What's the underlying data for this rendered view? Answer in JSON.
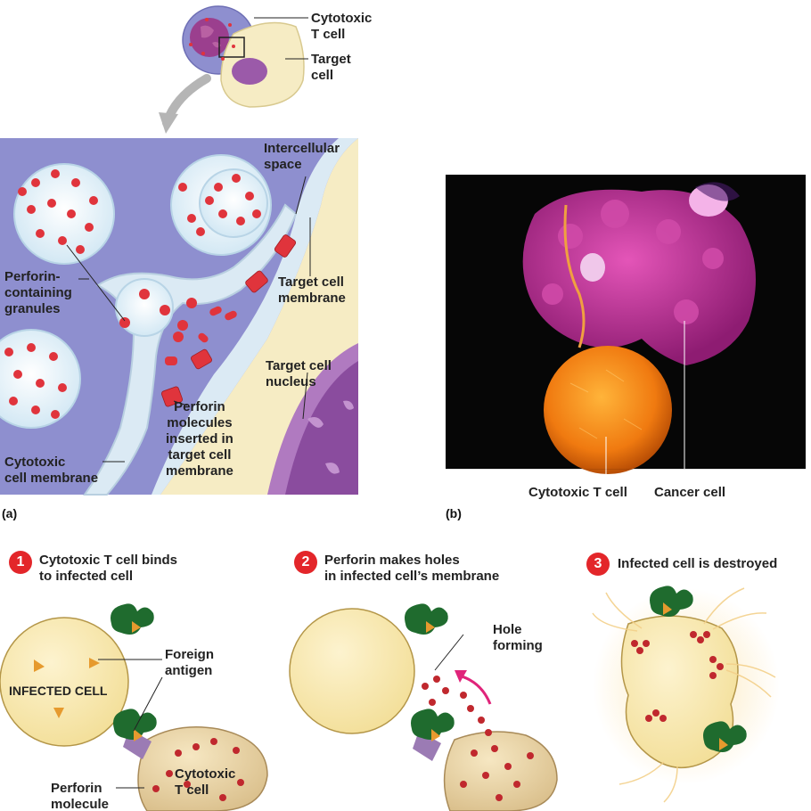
{
  "panel_a": {
    "tag": "(a)",
    "labels": {
      "cytotoxic_t_cell": "Cytotoxic\nT cell",
      "target_cell": "Target\ncell",
      "intercellular_space": "Intercellular\nspace",
      "perforin_granules": "Perforin-\ncontaining\ngranules",
      "target_cell_membrane": "Target cell\nmembrane",
      "target_cell_nucleus": "Target cell\nnucleus",
      "perforin_inserted": "Perforin\nmolecules\ninserted in\ntarget cell\nmembrane",
      "cytotoxic_cell_membrane": "Cytotoxic\ncell membrane"
    }
  },
  "panel_b": {
    "tag": "(b)",
    "labels": {
      "cytotoxic_t_cell": "Cytotoxic T cell",
      "cancer_cell": "Cancer cell"
    }
  },
  "steps": [
    {
      "number": "1",
      "title": "Cytotoxic T cell binds\nto infected cell"
    },
    {
      "number": "2",
      "title": "Perforin makes holes\nin infected cell’s membrane"
    },
    {
      "number": "3",
      "title": "Infected cell is destroyed"
    }
  ],
  "step_labels": {
    "infected_cell": "INFECTED CELL",
    "foreign_antigen": "Foreign\nantigen",
    "cytotoxic_t_cell": "Cytotoxic\nT cell",
    "perforin_molecule": "Perforin\nmolecule",
    "hole_forming": "Hole\nforming"
  },
  "colors": {
    "cytotoxic_purple": "#8e8fcf",
    "target_cream": "#f6ecc4",
    "granule_red": "#e0343c",
    "badge_red": "#e3262a",
    "receptor_green": "#1f6b2e",
    "antigen_orange": "#e69a2e",
    "nucleus_purple": "#8a4c9e"
  }
}
